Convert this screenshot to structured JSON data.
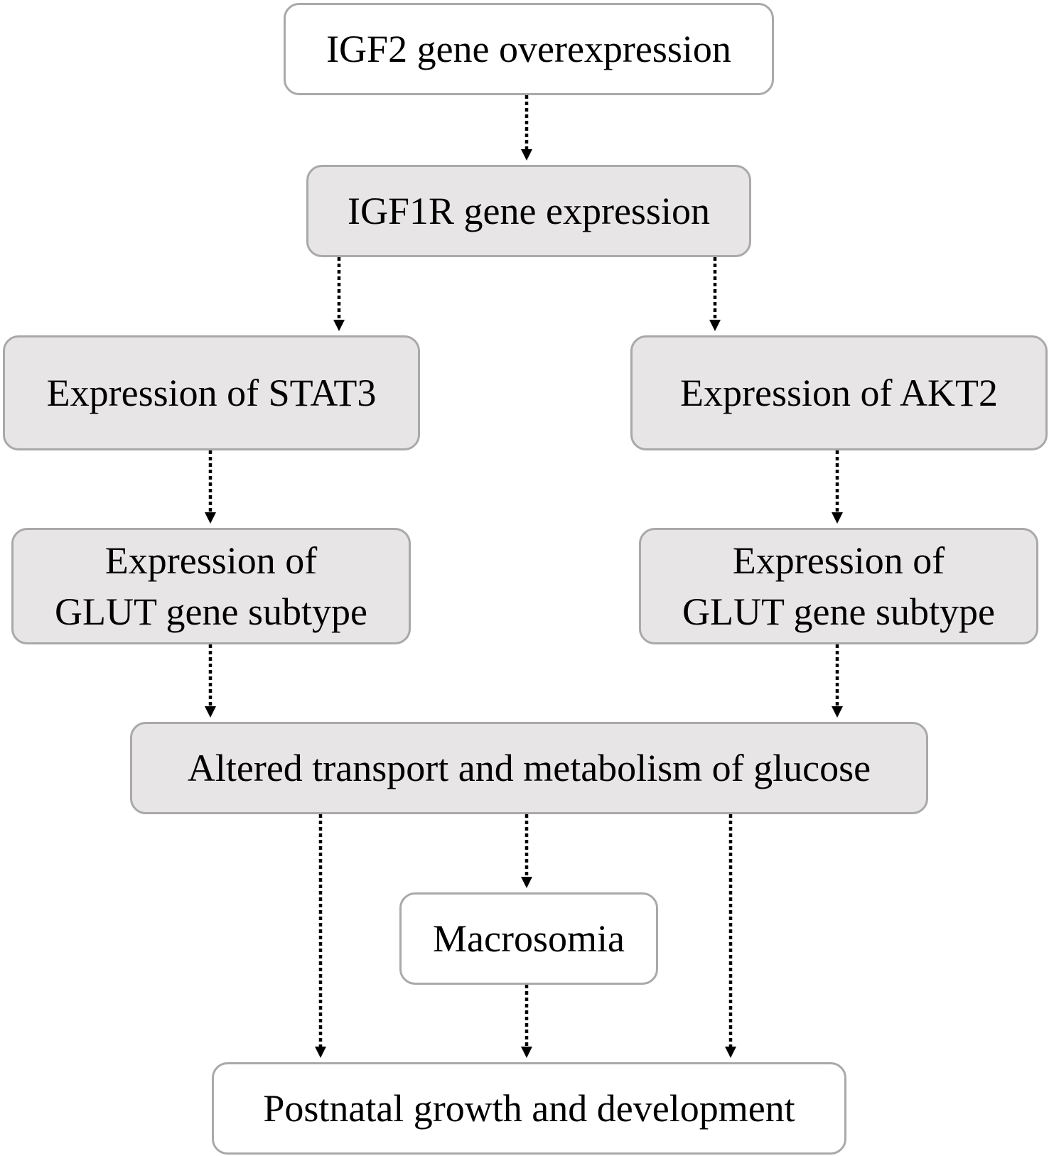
{
  "nodes": {
    "igf2": "IGF2 gene overexpression",
    "igf1r": "IGF1R gene expression",
    "stat3": "Expression of STAT3",
    "akt2": "Expression of AKT2",
    "glut_left": {
      "line1": "Expression of",
      "line2": "GLUT gene subtype"
    },
    "glut_right": {
      "line1": "Expression of",
      "line2": "GLUT gene subtype"
    },
    "glucose": "Altered transport and metabolism of glucose",
    "macrosomia": "Macrosomia",
    "postnatal": "Postnatal growth and development"
  },
  "edges": [
    {
      "from": "igf2",
      "to": "igf1r"
    },
    {
      "from": "igf1r",
      "to": "stat3"
    },
    {
      "from": "igf1r",
      "to": "akt2"
    },
    {
      "from": "stat3",
      "to": "glut_left"
    },
    {
      "from": "akt2",
      "to": "glut_right"
    },
    {
      "from": "glut_left",
      "to": "glucose"
    },
    {
      "from": "glut_right",
      "to": "glucose"
    },
    {
      "from": "glucose",
      "to": "macrosomia"
    },
    {
      "from": "glucose",
      "to": "postnatal"
    },
    {
      "from": "glucose",
      "to": "postnatal"
    },
    {
      "from": "macrosomia",
      "to": "postnatal"
    }
  ],
  "colors": {
    "box_fill_grey": "#e7e5e6",
    "box_fill_white": "#ffffff",
    "box_border": "#a9a9a9",
    "arrow": "#000000"
  }
}
